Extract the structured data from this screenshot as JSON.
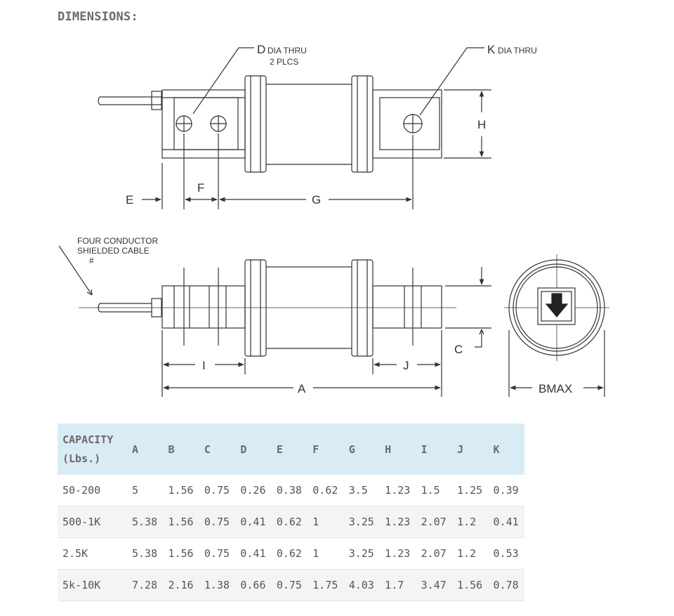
{
  "heading": "DIMENSIONS:",
  "drawing": {
    "callout_d_letter": "D",
    "callout_d_text": "DIA THRU",
    "callout_d_sub": "2 PLCS",
    "callout_k_letter": "K",
    "callout_k_text": "DIA THRU",
    "label_h": "H",
    "label_e": "E",
    "label_f": "F",
    "label_g": "G",
    "cable_line1": "FOUR CONDUCTOR",
    "cable_line2": "SHIELDED CABLE",
    "cable_mark": "#",
    "label_i": "I",
    "label_j": "J",
    "label_a": "A",
    "label_c": "C",
    "label_bmax": "BMAX"
  },
  "table": {
    "capacity_header_line1": "CAPACITY",
    "capacity_header_line2": "(Lbs.)",
    "columns": [
      "A",
      "B",
      "C",
      "D",
      "E",
      "F",
      "G",
      "H",
      "I",
      "J",
      "K"
    ],
    "rows": [
      [
        "50-200",
        "5",
        "1.56",
        "0.75",
        "0.26",
        "0.38",
        "0.62",
        "3.5",
        "1.23",
        "1.5",
        "1.25",
        "0.39"
      ],
      [
        "500-1K",
        "5.38",
        "1.56",
        "0.75",
        "0.41",
        "0.62",
        "1",
        "3.25",
        "1.23",
        "2.07",
        "1.2",
        "0.41"
      ],
      [
        "2.5K",
        "5.38",
        "1.56",
        "0.75",
        "0.41",
        "0.62",
        "1",
        "3.25",
        "1.23",
        "2.07",
        "1.2",
        "0.53"
      ],
      [
        "5k-10K",
        "7.28",
        "2.16",
        "1.38",
        "0.66",
        "0.75",
        "1.75",
        "4.03",
        "1.7",
        "3.47",
        "1.56",
        "0.78"
      ]
    ]
  }
}
